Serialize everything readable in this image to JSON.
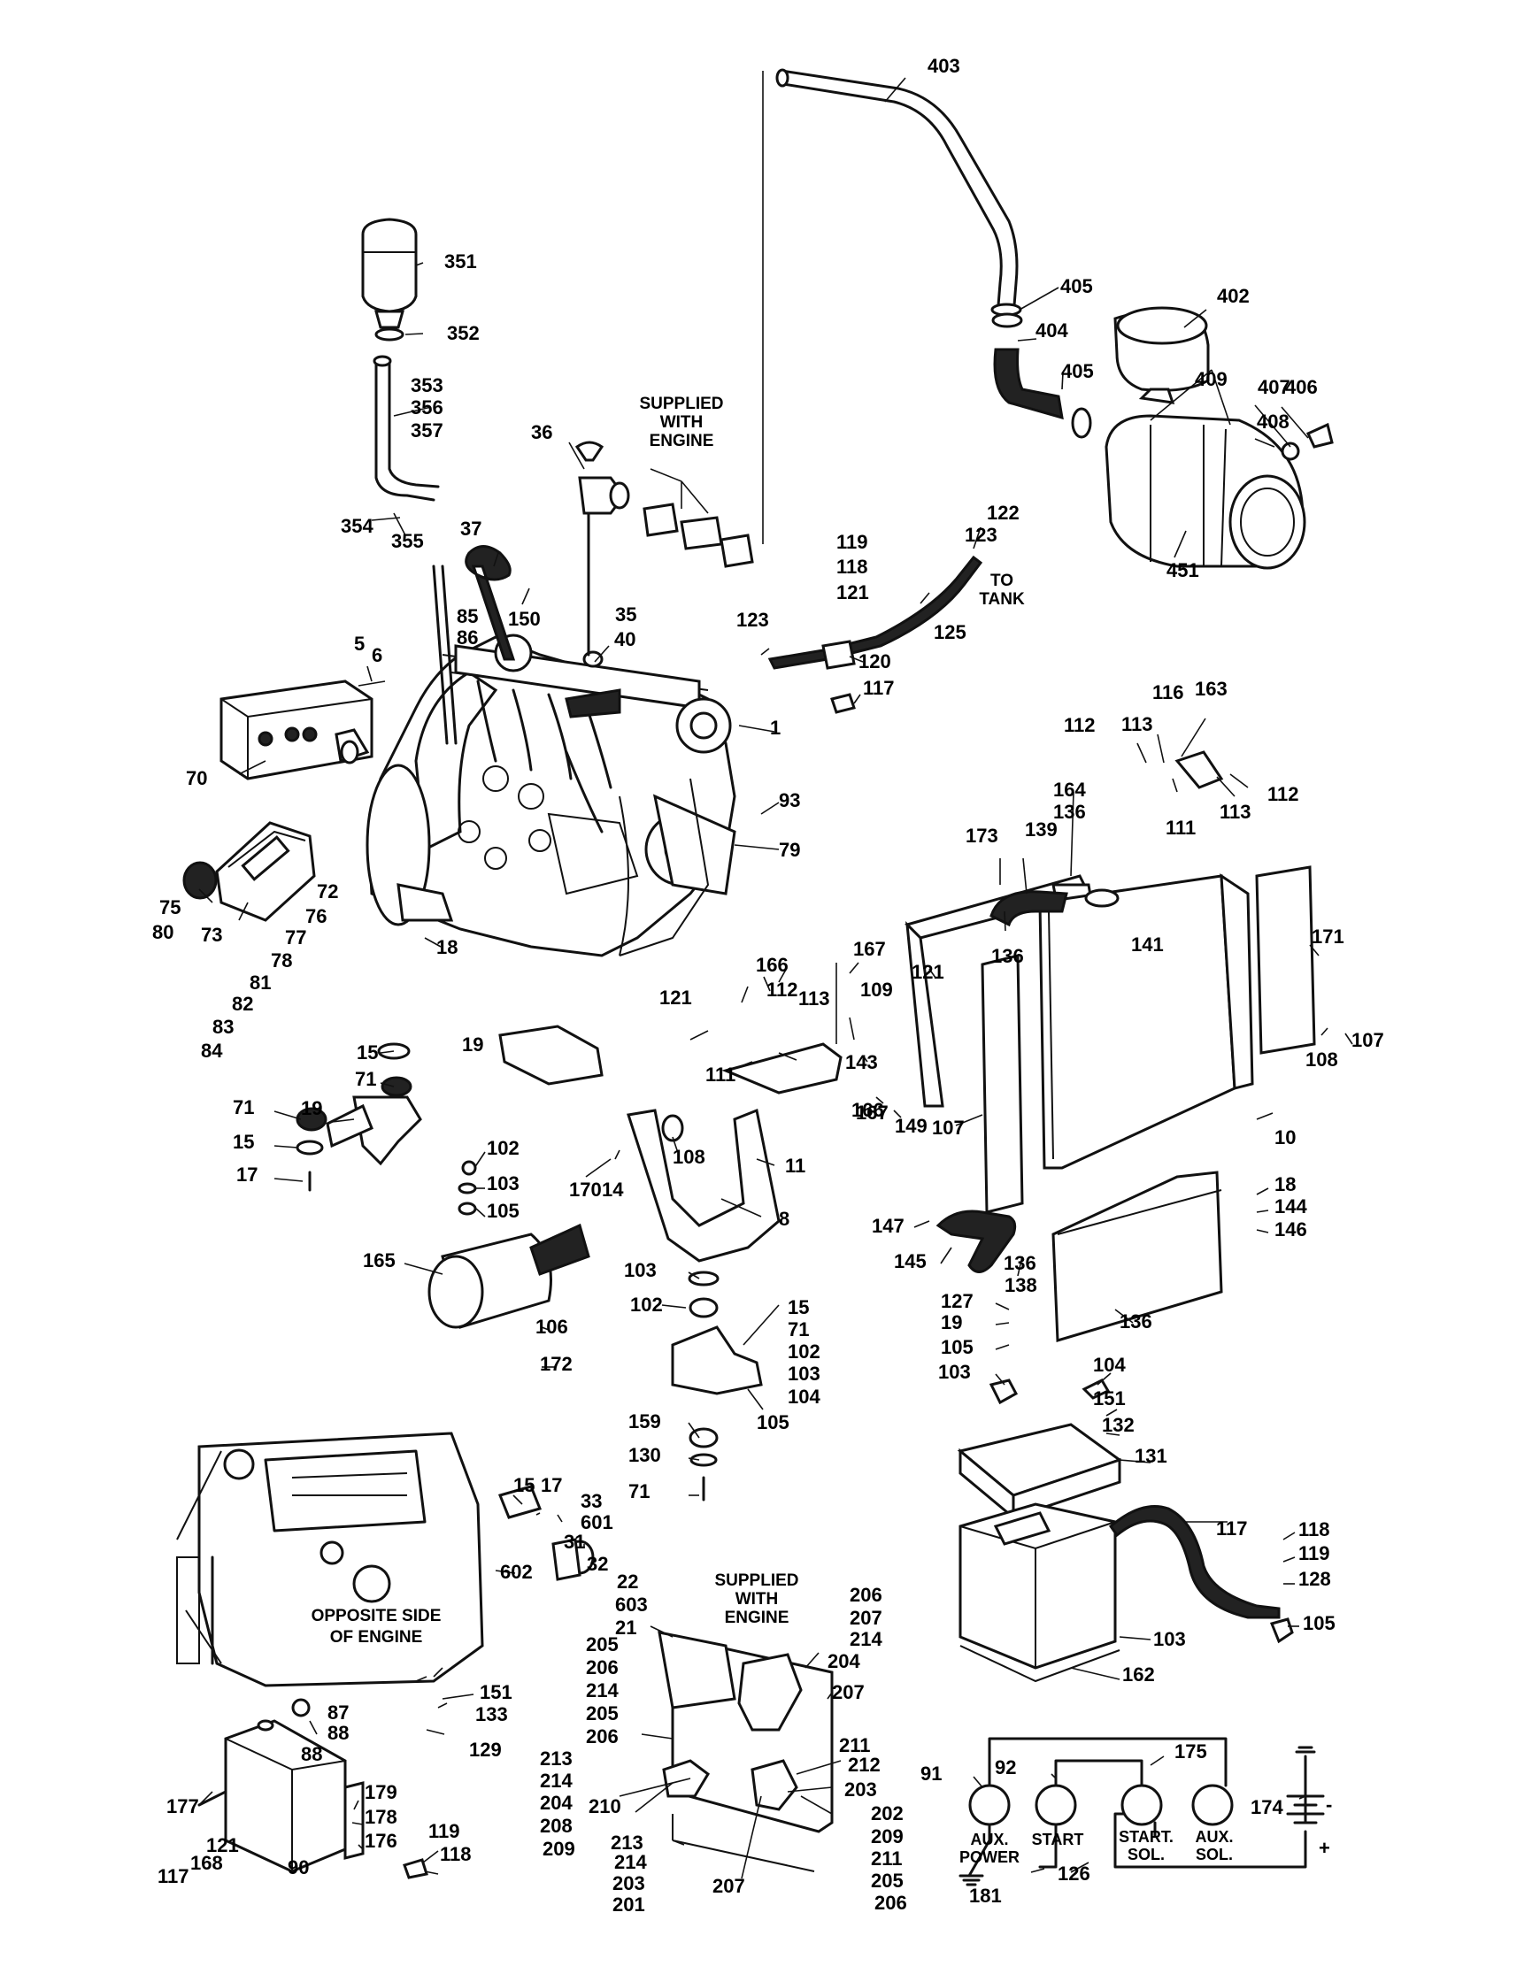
{
  "notes": {
    "supplied_with_engine_top": [
      "SUPPLIED",
      "WITH",
      "ENGINE"
    ],
    "supplied_with_engine_bottom": [
      "SUPPLIED",
      "WITH",
      "ENGINE"
    ],
    "to_tank": [
      "TO",
      "TANK"
    ],
    "opposite_side": [
      "OPPOSITE SIDE",
      "OF ENGINE"
    ]
  },
  "schematic": {
    "aux_power": [
      "AUX.",
      "POWER"
    ],
    "start": "START",
    "start_sol": [
      "START.",
      "SOL."
    ],
    "aux_sol": [
      "AUX.",
      "SOL."
    ],
    "minus": "-",
    "plus": "+"
  },
  "callouts": [
    "403",
    "351",
    "352",
    "353",
    "356",
    "357",
    "354",
    "355",
    "405",
    "404",
    "405",
    "402",
    "409",
    "407",
    "406",
    "408",
    "451",
    "36",
    "37",
    "150",
    "85",
    "86",
    "35",
    "40",
    "123",
    "122",
    "119",
    "118",
    "121",
    "123",
    "125",
    "120",
    "117",
    "5",
    "6",
    "70",
    "1",
    "93",
    "79",
    "75",
    "80",
    "72",
    "76",
    "73",
    "77",
    "78",
    "81",
    "82",
    "83",
    "84",
    "18",
    "15",
    "71",
    "19",
    "19",
    "71",
    "15",
    "17",
    "102",
    "103",
    "105",
    "163",
    "116",
    "112",
    "113",
    "113",
    "112",
    "111",
    "164",
    "136",
    "173",
    "139",
    "136",
    "141",
    "171",
    "107",
    "108",
    "166",
    "167",
    "112",
    "113",
    "109",
    "121",
    "111",
    "143",
    "166",
    "121",
    "167",
    "149",
    "107",
    "108",
    "170",
    "14",
    "11",
    "8",
    "10",
    "18",
    "144",
    "146",
    "147",
    "145",
    "136",
    "138",
    "136",
    "165",
    "106",
    "172",
    "103",
    "102",
    "15",
    "71",
    "102",
    "103",
    "104",
    "105",
    "127",
    "19",
    "105",
    "103",
    "104",
    "151",
    "132",
    "131",
    "159",
    "130",
    "71",
    "15",
    "17",
    "33",
    "601",
    "31",
    "32",
    "602",
    "22",
    "603",
    "21",
    "206",
    "207",
    "214",
    "204",
    "205",
    "206",
    "214",
    "205",
    "206",
    "207",
    "213",
    "214",
    "204",
    "208",
    "209",
    "210",
    "211",
    "212",
    "203",
    "202",
    "209",
    "211",
    "205",
    "206",
    "207",
    "213",
    "214",
    "203",
    "201",
    "117",
    "118",
    "119",
    "128",
    "105",
    "103",
    "162",
    "151",
    "133",
    "129",
    "87",
    "88",
    "88",
    "177",
    "179",
    "178",
    "176",
    "119",
    "118",
    "121",
    "168",
    "117",
    "90",
    "91",
    "92",
    "175",
    "174",
    "181",
    "126",
    "128",
    "126",
    "127"
  ]
}
